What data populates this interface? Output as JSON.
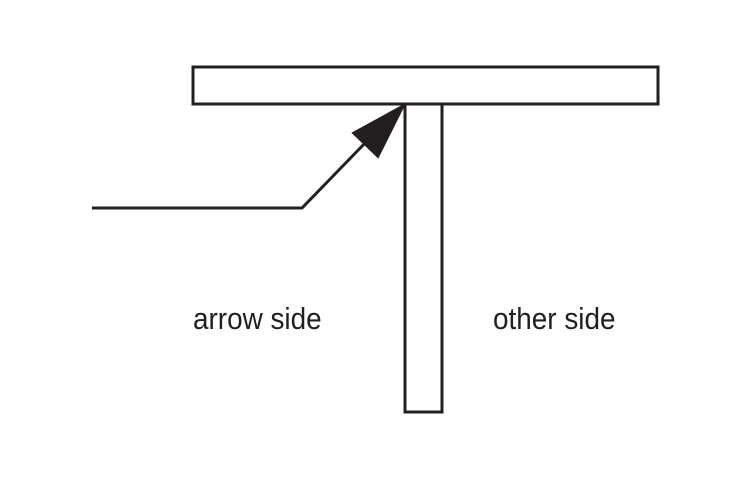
{
  "diagram": {
    "labels": {
      "arrow_side": "arrow side",
      "other_side": "other side"
    },
    "colors": {
      "stroke": "#231f20",
      "background": "#ffffff",
      "arrowhead": "#231f20"
    },
    "parts": [
      "horizontal-plate",
      "vertical-plate",
      "leader-line",
      "arrowhead-icon"
    ]
  }
}
